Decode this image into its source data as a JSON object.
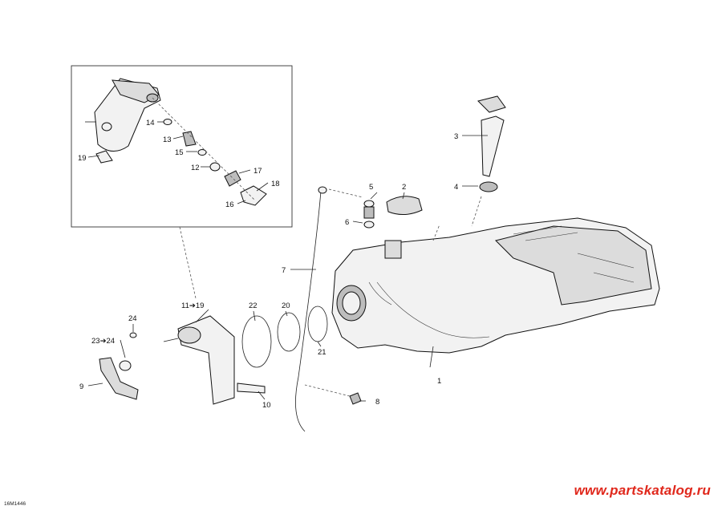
{
  "diagram": {
    "drawing_code": "16M1446",
    "watermark": "www.partskatalog.ru",
    "callouts": {
      "c1": "1",
      "c2": "2",
      "c3": "3",
      "c4": "4",
      "c5": "5",
      "c6": "6",
      "c7": "7",
      "c8": "8",
      "c9": "9",
      "c10": "10",
      "c11_19": "11➔19",
      "c12": "12",
      "c13": "13",
      "c14": "14",
      "c15": "15",
      "c16": "16",
      "c17": "17",
      "c18": "18",
      "c19": "19",
      "c20": "20",
      "c21": "21",
      "c22": "22",
      "c23_24": "23➔24",
      "c24": "24"
    }
  }
}
